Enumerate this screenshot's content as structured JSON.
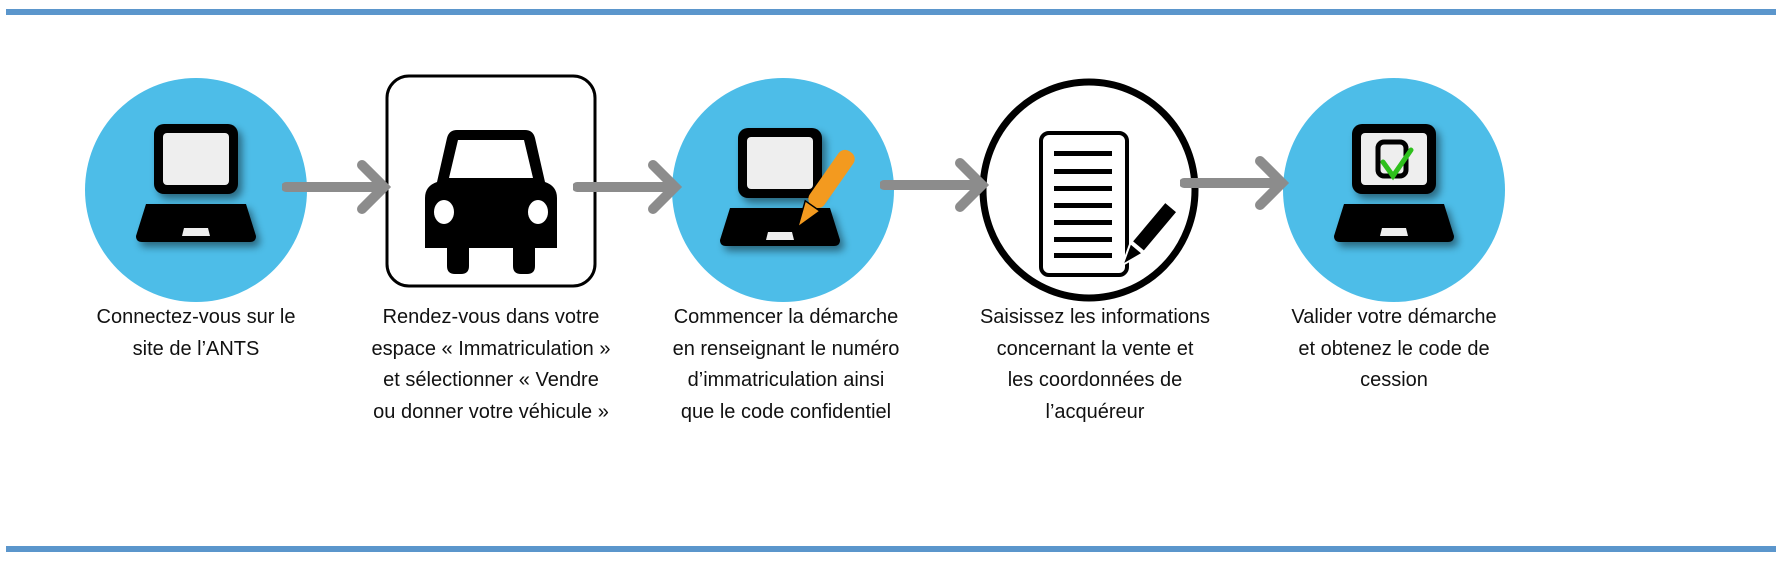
{
  "colors": {
    "rule": "#5b96cc",
    "circle": "#4dbde8",
    "arrow": "#8c8c8c",
    "pencil": "#f39a1f",
    "check": "#2ec01c"
  },
  "steps": [
    {
      "icon": "laptop-icon",
      "lines": [
        "Connectez-vous sur le",
        "site de l’ANTS"
      ]
    },
    {
      "icon": "car-icon",
      "lines": [
        "Rendez-vous dans votre",
        "espace « Immatriculation »",
        "et sélectionner « Vendre",
        "ou donner votre véhicule »"
      ]
    },
    {
      "icon": "laptop-pencil-icon",
      "lines": [
        "Commencer la démarche",
        "en renseignant le numéro",
        "d’immatriculation ainsi",
        "que le code confidentiel"
      ]
    },
    {
      "icon": "document-pen-icon",
      "lines": [
        "Saisissez les informations",
        "concernant la vente et",
        "les coordonnées de",
        "l’acquéreur"
      ]
    },
    {
      "icon": "laptop-check-icon",
      "lines": [
        "Valider votre démarche",
        "et obtenez le code de",
        "cession"
      ]
    }
  ]
}
